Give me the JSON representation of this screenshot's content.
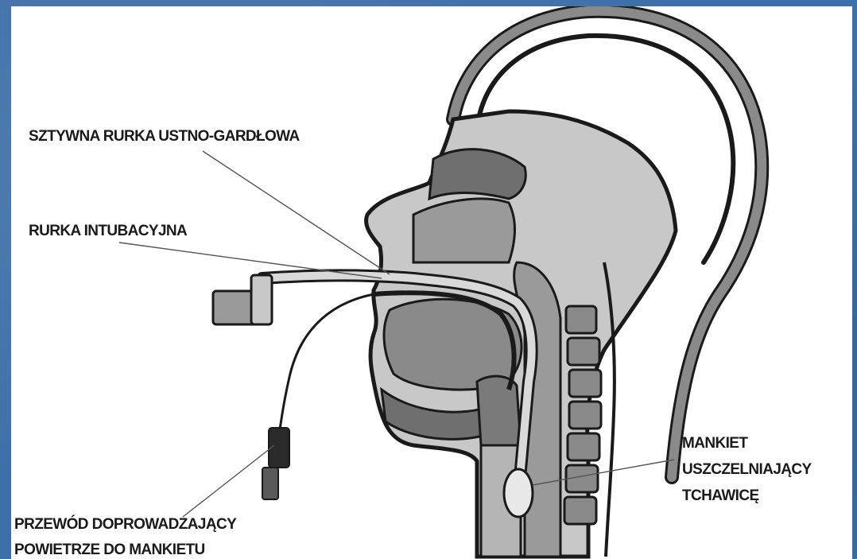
{
  "labels": {
    "rigid_tube": "SZTYWNA RURKA USTNO-GARDŁOWA",
    "intubation_tube": "RURKA INTUBACYJNA",
    "cuff_line_1": "PRZEWÓD DOPROWADZAJĄCY",
    "cuff_line_2": "POWIETRZE DO MANKIETU",
    "tracheal_cuff_1": "MANKIET",
    "tracheal_cuff_2": "USZCZELNIAJĄCY",
    "tracheal_cuff_3": "TCHAWICĘ"
  },
  "colors": {
    "background": "#3d6fa8",
    "tissue_dark": "#6f6f6f",
    "tissue_mid": "#9a9a9a",
    "tissue_light": "#c8c8c8",
    "outline": "#1a1a1a",
    "tube": "#d9d9d9"
  }
}
